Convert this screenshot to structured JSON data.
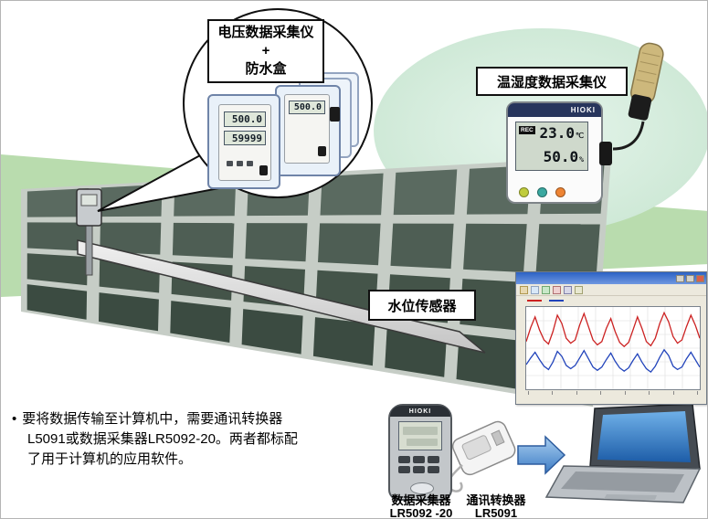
{
  "callout": {
    "label_line1": "电压数据采集仪",
    "label_line2": "+",
    "label_line3": "防水盒",
    "lcd_top": "500.0",
    "lcd_bottom": "59999"
  },
  "humidity": {
    "label": "温湿度数据采集仪",
    "brand": "HIOKI",
    "rec": "REC",
    "temp": "23.0",
    "temp_unit": "℃",
    "hum": "50.0",
    "hum_unit": "%"
  },
  "water_sensor_label": "水位传感器",
  "note": {
    "bullet": "•",
    "line1": "要将数据传输至计算机中，需要通讯转换器",
    "line2": "L5091或数据采集器LR5092-20。两者都标配",
    "line3": "了用于计算机的应用软件。"
  },
  "devices": {
    "collector_brand": "HIOKI",
    "collector_name": "数据采集器",
    "collector_model": "LR5092 -20",
    "converter_name": "通讯转换器",
    "converter_model": "LR5091"
  },
  "chart_data": {
    "type": "line",
    "title": "",
    "xlabel": "",
    "ylabel": "",
    "ylim": [
      0,
      100
    ],
    "grid": true,
    "legend_position": "top",
    "series": [
      {
        "name": "red",
        "color": "#cc2222",
        "values": [
          58,
          75,
          88,
          72,
          60,
          55,
          70,
          90,
          80,
          62,
          56,
          60,
          78,
          92,
          76,
          60,
          54,
          58,
          74,
          86,
          70,
          57,
          52,
          57,
          72,
          88,
          74,
          58,
          53,
          62,
          80,
          93,
          82,
          64,
          56,
          60,
          76,
          90,
          78,
          62
        ]
      },
      {
        "name": "blue",
        "color": "#2244bb",
        "values": [
          30,
          38,
          45,
          36,
          28,
          24,
          33,
          46,
          40,
          29,
          25,
          29,
          38,
          47,
          37,
          27,
          23,
          27,
          36,
          44,
          34,
          26,
          22,
          26,
          35,
          43,
          33,
          25,
          21,
          28,
          39,
          48,
          41,
          28,
          24,
          27,
          37,
          45,
          36,
          27
        ]
      }
    ]
  }
}
